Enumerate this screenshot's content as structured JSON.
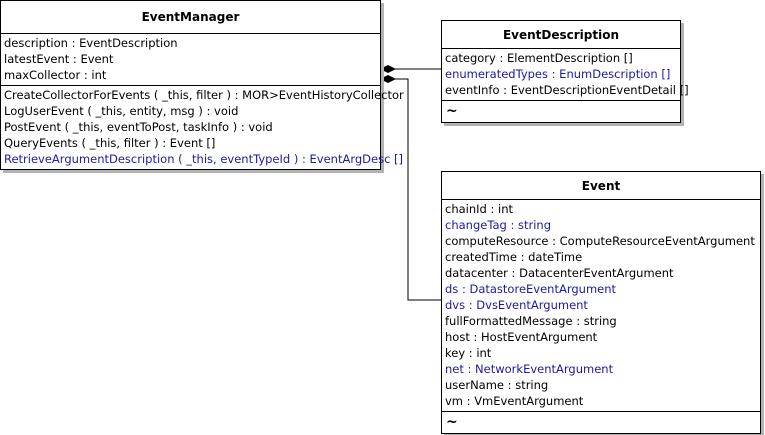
{
  "event_manager": {
    "title": "EventManager",
    "attributes": [
      {
        "text": "description : EventDescription",
        "link": false
      },
      {
        "text": "latestEvent : Event",
        "link": false
      },
      {
        "text": "maxCollector : int",
        "link": false
      }
    ],
    "operations": [
      {
        "text": "CreateCollectorForEvents ( _this, filter ) : MOR>EventHistoryCollector",
        "link": false
      },
      {
        "text": "LogUserEvent ( _this, entity, msg ) : void",
        "link": false
      },
      {
        "text": "PostEvent ( _this, eventToPost, taskInfo ) : void",
        "link": false
      },
      {
        "text": "QueryEvents ( _this, filter ) : Event []",
        "link": false
      },
      {
        "text": "RetrieveArgumentDescription ( _this, eventTypeId ) : EventArgDesc []",
        "link": true
      }
    ]
  },
  "event_description": {
    "title": "EventDescription",
    "attributes": [
      {
        "text": "category : ElementDescription []",
        "link": false
      },
      {
        "text": "enumeratedTypes : EnumDescription []",
        "link": true
      },
      {
        "text": "eventInfo : EventDescriptionEventDetail []",
        "link": false
      }
    ],
    "footer": "~"
  },
  "event": {
    "title": "Event",
    "attributes": [
      {
        "text": "chainId : int",
        "link": false
      },
      {
        "text": "changeTag : string",
        "link": true
      },
      {
        "text": "computeResource : ComputeResourceEventArgument",
        "link": false
      },
      {
        "text": "createdTime : dateTime",
        "link": false
      },
      {
        "text": "datacenter : DatacenterEventArgument",
        "link": false
      },
      {
        "text": "ds : DatastoreEventArgument",
        "link": true
      },
      {
        "text": "dvs : DvsEventArgument",
        "link": true
      },
      {
        "text": "fullFormattedMessage : string",
        "link": false
      },
      {
        "text": "host : HostEventArgument",
        "link": false
      },
      {
        "text": "key : int",
        "link": false
      },
      {
        "text": "net : NetworkEventArgument",
        "link": true
      },
      {
        "text": "userName : string",
        "link": false
      },
      {
        "text": "vm : VmEventArgument",
        "link": false
      }
    ],
    "footer": "~"
  },
  "relations": [
    {
      "from": "EventManager",
      "to": "EventDescription",
      "kind": "composition"
    },
    {
      "from": "EventManager",
      "to": "Event",
      "kind": "composition"
    }
  ]
}
